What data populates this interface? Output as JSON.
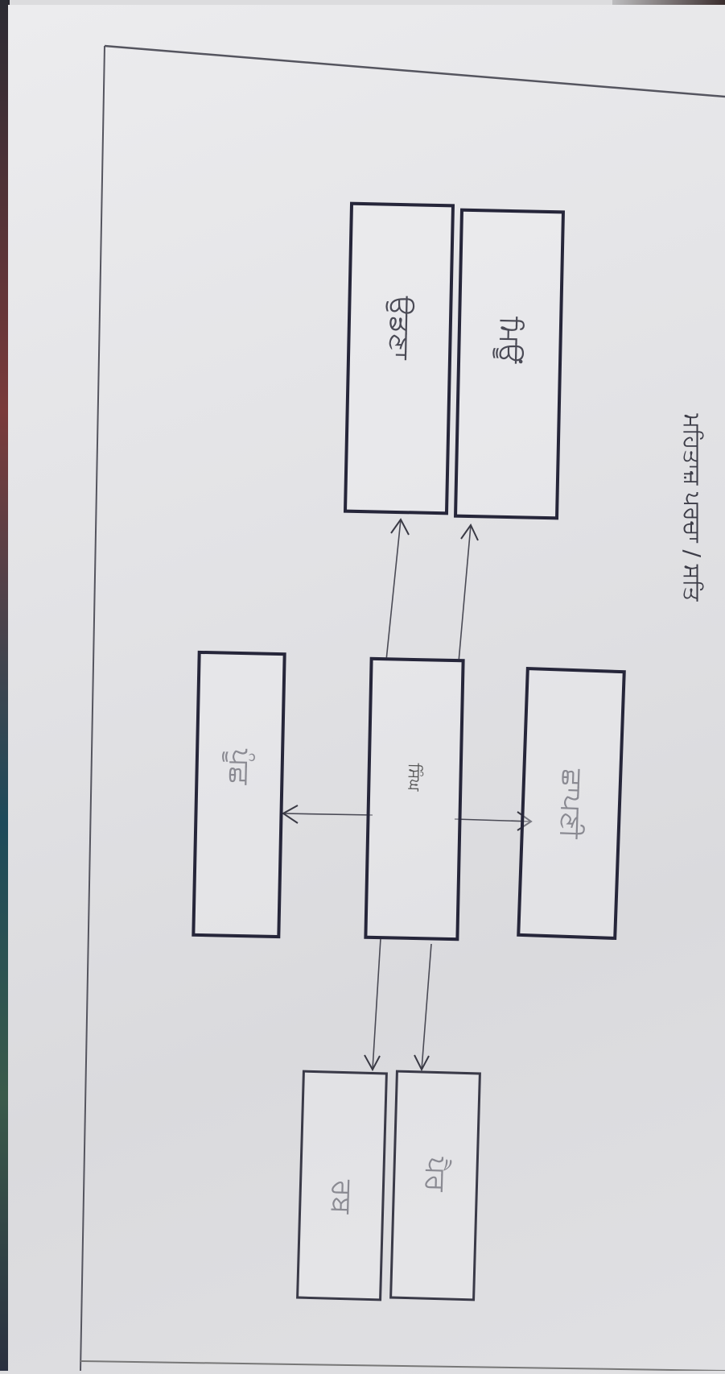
{
  "worksheet": {
    "header_text": "ਮਹਿਤਾਜ਼ ਪਰਚਾ / ਸਤਿ",
    "orientation": "rotated 90° clockwise"
  },
  "diagram": {
    "type": "word-web",
    "center": {
      "label": "ਸਿੰਘ"
    },
    "nodes": [
      {
        "id": "top_left",
        "label": "ਉਡਣਾ",
        "direction": "up"
      },
      {
        "id": "top_right",
        "label": "ਮਿਊਂ",
        "direction": "up"
      },
      {
        "id": "middle_left",
        "label": "ਪੂੰਛ",
        "direction": "left"
      },
      {
        "id": "middle_right",
        "label": "ਛਾਪਣੀ",
        "direction": "right"
      },
      {
        "id": "bottom_left",
        "label": "ਰਬ",
        "direction": "down"
      },
      {
        "id": "bottom_right",
        "label": "ਪੈਰ",
        "direction": "down"
      }
    ]
  },
  "colors": {
    "paper": "#e4e4e7",
    "ink_box": "#26263a",
    "ink_pencil": "#6a6a72"
  }
}
